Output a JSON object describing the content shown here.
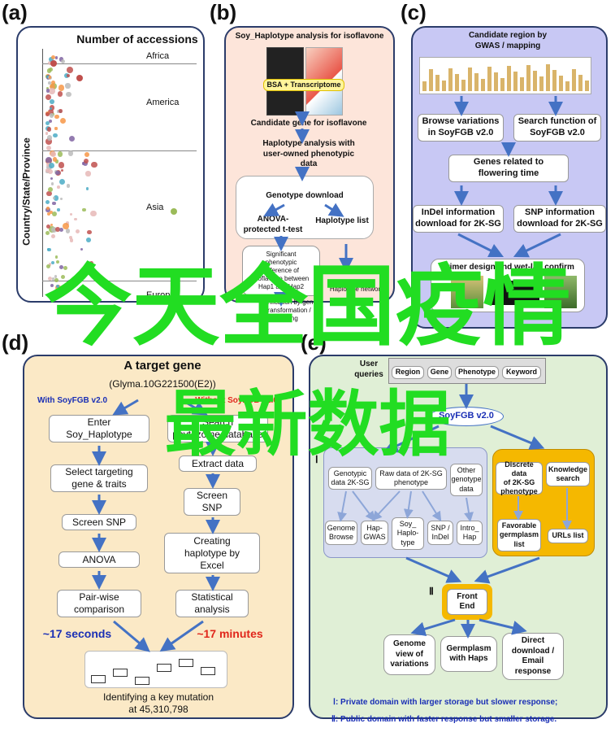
{
  "colors": {
    "panel_a_bg": "#ffffff",
    "panel_b_bg": "#fde5da",
    "panel_c_bg": "#c8c8f4",
    "panel_d_bg": "#fbe9c6",
    "panel_e_bg": "#e0efd6",
    "arrow": "#4472c4",
    "watermark": "#22dd22",
    "red": "#e0261b",
    "blue": "#1a2fb5",
    "orange": "#f5b800"
  },
  "watermark": {
    "line1": "今天全国疫情",
    "line2": "最新数据"
  },
  "panel_a": {
    "label": "(a)",
    "title": "Number of accessions",
    "y_axis": "Country/State/Province",
    "regions": [
      "Africa",
      "America",
      "Asia",
      "Europe"
    ]
  },
  "panel_b": {
    "label": "(b)",
    "title": "Soy_Haplotype analysis for isoflavone",
    "bsa": "BSA + Transcriptome",
    "candidate": "Candidate gene for isoflavone",
    "haplotype_analysis": "Haplotype analysis with\nuser-owned phenotypic\ndata",
    "genotype_download": "Genotype download",
    "anova": "ANOVA-\nprotected t-test",
    "haplotype_list": "Haplotype list",
    "significant": "Significant\nphenotypic\ndifference of\nisoflavone between\nHap1 and Hap2",
    "haplotype_network": "Haplotype network",
    "verification": "Verification by gene\ntransformation /\nediting"
  },
  "panel_c": {
    "label": "(c)",
    "title": "Candidate region by\nGWAS / mapping",
    "browse": "Browse variations\nin SoyFGB v2.0",
    "search": "Search function of\nSoyFGB v2.0",
    "genes": "Genes related to\nflowering time",
    "indel": "InDel information\ndownload for 2K-SG",
    "snp": "SNP information\ndownload for 2K-SG",
    "primer": "Primer design and wet-lab confirm"
  },
  "panel_d": {
    "label": "(d)",
    "title": "A target gene",
    "gene": "(Glyma.10G221500(E2))",
    "with": "With SoyFGB v2.0",
    "without": "Without SoyFGB v2.0",
    "left_steps": [
      "Enter\nSoy_Haplotype",
      "Select targeting\ngene & traits",
      "Screen SNP",
      "ANOVA",
      "Pair-wise\ncomparison"
    ],
    "right_steps": [
      "Search\nphytozome database",
      "Extract data",
      "Screen\nSNP",
      "Creating\nhaplotype by\nExcel",
      "Statistical\nanalysis"
    ],
    "left_time": "~17 seconds",
    "right_time": "~17 minutes",
    "result": "Identifying a key mutation\nat 45,310,798"
  },
  "panel_e": {
    "label": "(e)",
    "user_queries": "User\nqueries",
    "query_types": [
      "Region",
      "Gene",
      "Phenotype",
      "Keyword"
    ],
    "soyfgb": "SoyFGB v2.0",
    "roman1": "Ⅰ",
    "roman2": "Ⅱ",
    "private_items": [
      "Genotypic\ndata 2K-SG",
      "Raw data of 2K-SG\nphenotype",
      "Other\ngenotype\ndata"
    ],
    "tools": [
      "Genome\nBrowse",
      "Hap-\nGWAS",
      "Soy_\nHaplo-\ntype",
      "SNP /\nInDel",
      "Intro_\nHap"
    ],
    "public_items": [
      "Discrete data\nof 2K-SG\nphenotype",
      "Knowledge\nsearch",
      "Favorable\ngermplasm\nlist",
      "URLs list"
    ],
    "front_end": "Front\nEnd",
    "outputs": [
      "Genome\nview of\nvariations",
      "Germplasm\nwith Haps",
      "Direct\ndownload /\nEmail\nresponse"
    ],
    "legend1": "Ⅰ:  Private domain with larger storage but slower response;",
    "legend2": "Ⅱ: Public domain with faster response but smaller storage."
  }
}
